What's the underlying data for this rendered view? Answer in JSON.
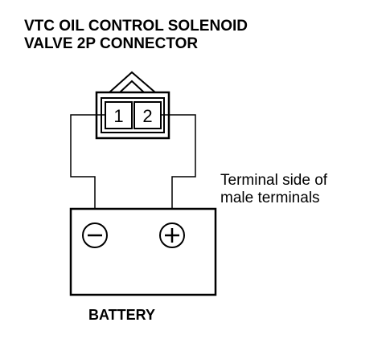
{
  "title": {
    "line1": "VTC OIL CONTROL SOLENOID",
    "line2": "VALVE 2P CONNECTOR"
  },
  "connector": {
    "pin1": "1",
    "pin2": "2"
  },
  "note": {
    "line1": "Terminal side of",
    "line2": "male terminals"
  },
  "battery": {
    "label": "BATTERY",
    "negative_symbol": "minus-icon",
    "positive_symbol": "plus-icon"
  }
}
